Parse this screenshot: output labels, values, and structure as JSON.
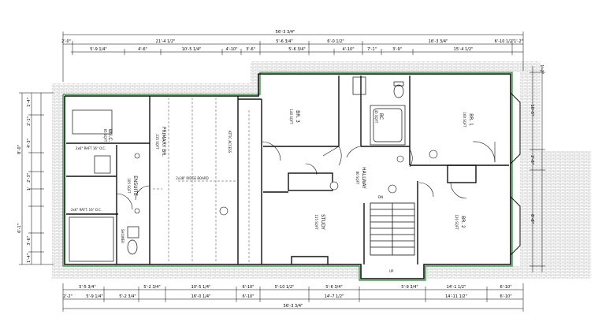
{
  "dimensions": {
    "top_total": "56'-3 3/4\"",
    "bottom_total": "56'-3 3/4\"",
    "top_row1": [
      "2'-0\"",
      "21'-4 1/2\"",
      "5'-6 3/4\"",
      "6'-0 1/2\"",
      "16'-3 3/4\"",
      "6'-10 1/2\"",
      "1'-2\""
    ],
    "top_row2": [
      "5'-9 1/4\"",
      "4'-6\"",
      "10'-5 1/4\"",
      "4'-10\"",
      "3'-6\"",
      "5'-6 3/4\"",
      "4'-10\"",
      "7'-1\"",
      "3'-9\"",
      "15'-4 1/2\""
    ],
    "bottom_row2": [
      "5'-5 3/4\"",
      "5'-2 3/4\"",
      "10'-5 1/4\"",
      "6'-10\"",
      "5'-10 1/2\"",
      "5'-6 3/4\"",
      "5'-9 3/4\"",
      "14'-1 1/2\"",
      "6'-10\""
    ],
    "bottom_row1": [
      "2'-2\"",
      "5'-9 1/4\"",
      "5'-2 3/4\"",
      "16'-0 1/4\"",
      "6'-10\"",
      "14'-7 1/2\"",
      "14'-11 1/2\"",
      "6'-10\""
    ],
    "left_side": [
      "1'-4\"",
      "2'-1\"",
      "8'-0\"",
      "4'-3\"",
      "1'",
      "2'-3\"",
      "6'-1\"",
      "3'-6\"",
      "1'-4\""
    ],
    "right_side": [
      "1'-2\"",
      "10'-5\"",
      "2'-8\"",
      "8'-8\""
    ]
  },
  "rooms": {
    "wic": {
      "name": "W.I.C.",
      "area": "65 SQFT"
    },
    "primary_br": {
      "name": "PRIMARY BR.",
      "area": "215 SQFT"
    },
    "ensuite": {
      "name": "ENSUITE",
      "area": "105 SQFT"
    },
    "br3": {
      "name": "BR. 3",
      "area": "140 SQFT"
    },
    "bc": {
      "name": "BC",
      "area": "45 SQFT"
    },
    "br1": {
      "name": "BR. 1",
      "area": "160 SQFT"
    },
    "hallway": {
      "name": "HALLWAY",
      "area": "80 SQFT"
    },
    "study": {
      "name": "STUDY",
      "area": "115 SQFT"
    },
    "br2": {
      "name": "BR. 2",
      "area": "120 SQFT"
    }
  },
  "notes": {
    "ensuite_raft": "2x6\" RAFT. 16\" O.C.",
    "wic_raft": "2x6\" RAFT 16\" O.C.",
    "ridge_board": "2x38\" RIDGE BOARD",
    "dn": "DN",
    "up": "UP",
    "attic_access": "ATTIC ACCESS",
    "shower": "SHOWER"
  }
}
